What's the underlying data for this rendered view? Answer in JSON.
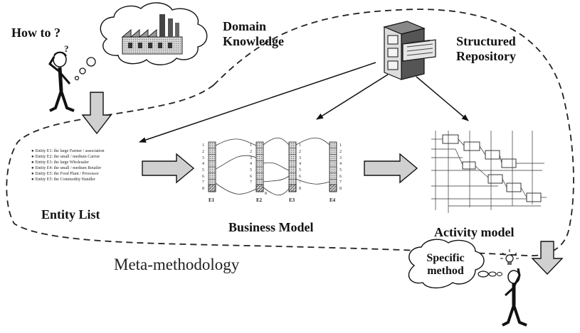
{
  "labels": {
    "how_to": "How to ?",
    "domain_knowledge_line1": "Domain",
    "domain_knowledge_line2": "Knowledge",
    "structured_repository_line1": "Structured",
    "structured_repository_line2": "Repository",
    "entity_list": "Entity List",
    "business_model": "Business Model",
    "activity_model": "Activity model",
    "meta_methodology": "Meta-methodology",
    "specific_method_line1": "Specific",
    "specific_method_line2": "method",
    "question_mark": "?"
  },
  "entities": [
    "Entity E1: the large Farmer / association",
    "Entity E2: the small / medium Carrier",
    "Entity E3: the large Wholesaler",
    "Entity E4: the small / medium Retailer",
    "Entity E5: the Food Plant / Processor",
    "Entity E5: the Commodity Handler"
  ],
  "business_model": {
    "columns": [
      "E1",
      "E2",
      "E3",
      "E4"
    ],
    "rows": [
      "1",
      "2",
      "3",
      "4",
      "5",
      "6",
      "7",
      "8"
    ]
  }
}
